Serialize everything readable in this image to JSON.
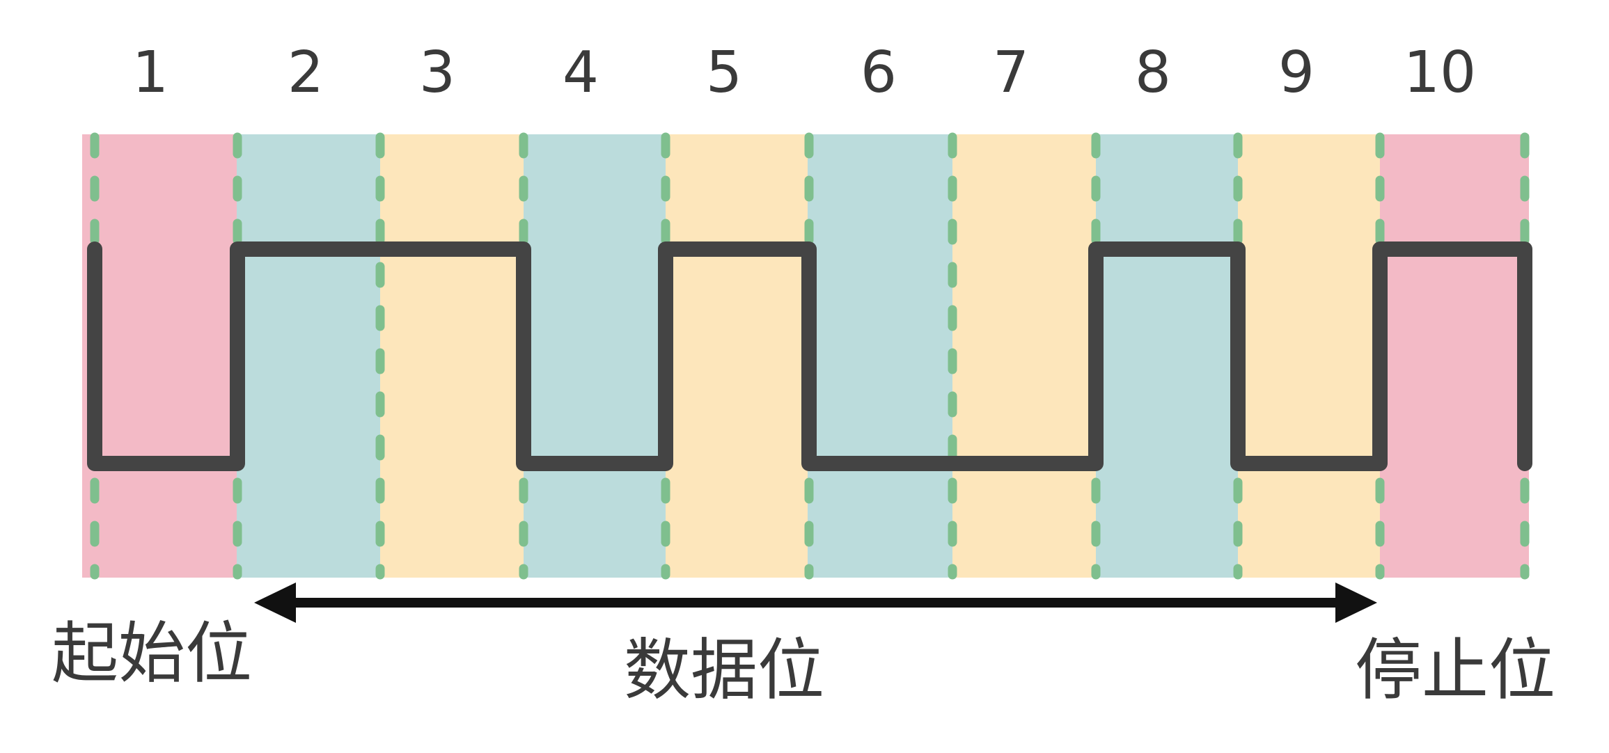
{
  "bit_numbers": [
    "1",
    "2",
    "3",
    "4",
    "5",
    "6",
    "7",
    "8",
    "9",
    "10"
  ],
  "captions": {
    "start": "起始位",
    "data": "数据位",
    "stop": "停止位"
  },
  "signal_levels": [
    0,
    1,
    1,
    0,
    1,
    0,
    0,
    1,
    0,
    1
  ],
  "band_roles": [
    "start",
    "data",
    "data",
    "data",
    "data",
    "data",
    "data",
    "data",
    "data",
    "stop"
  ],
  "colors": {
    "start_stop_band": "#f3bac6",
    "data_band_teal": "#bbdcdc",
    "data_band_yellow": "#fde6bb",
    "divider": "#7fbf8e",
    "signal": "#444444",
    "arrow": "#111111",
    "text": "#3a3a3a"
  }
}
